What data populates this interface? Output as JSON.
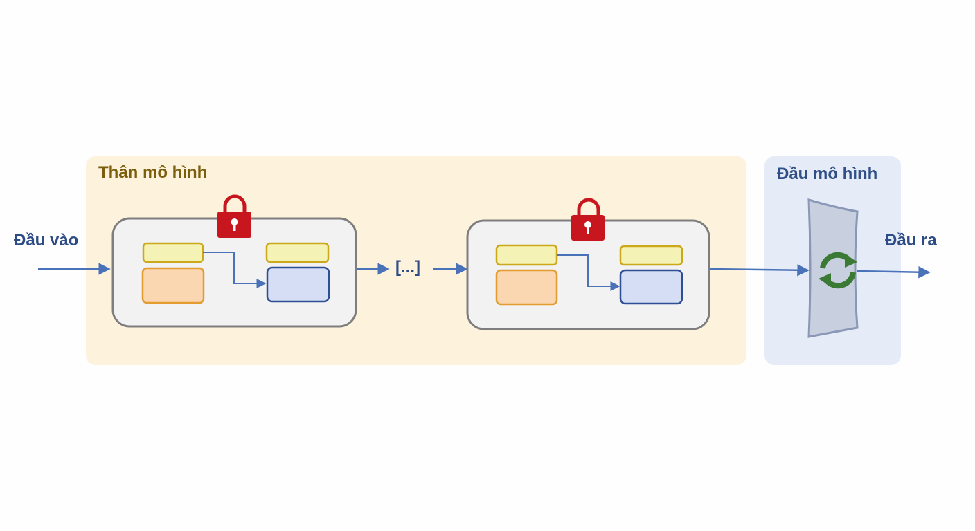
{
  "diagram": {
    "input_label": "Đầu vào",
    "output_label": "Đầu ra",
    "ellipsis": "[...]",
    "body_title": "Thân mô hình",
    "head_title": "Đầu mô hình",
    "block_count": 2,
    "blocks_locked": true,
    "head_trainable": true
  },
  "colors": {
    "arrow": "#4a72b8",
    "body_panel": "#fdf3dc",
    "head_panel": "#e5ecf8",
    "lock": "#c8161e",
    "refresh": "#3b7a35",
    "yellow_box_fill": "#f5f2b5",
    "yellow_box_stroke": "#cba91b",
    "orange_box_fill": "#fad7b1",
    "orange_box_stroke": "#e49c30",
    "blue_box_fill": "#d6def5",
    "blue_box_stroke": "#2f4f95",
    "block_fill": "#f2f2f2",
    "block_stroke": "#7e7e7e"
  },
  "icons": {
    "lock": "padlock-icon",
    "head": "refresh-icon"
  }
}
